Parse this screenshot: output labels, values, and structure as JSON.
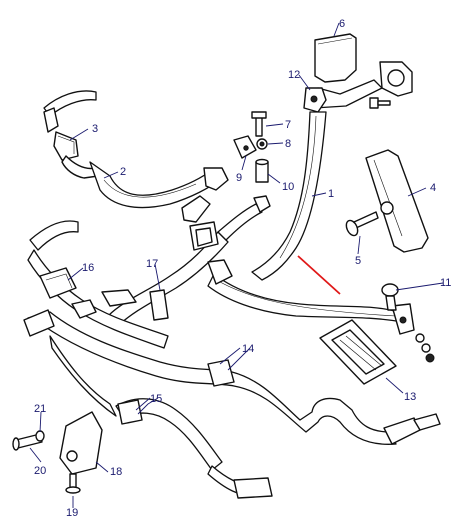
{
  "callouts": [
    {
      "id": "1",
      "text": "1"
    },
    {
      "id": "2",
      "text": "2"
    },
    {
      "id": "3",
      "text": "3"
    },
    {
      "id": "4",
      "text": "4"
    },
    {
      "id": "5",
      "text": "5"
    },
    {
      "id": "6",
      "text": "6"
    },
    {
      "id": "7",
      "text": "7"
    },
    {
      "id": "8",
      "text": "8"
    },
    {
      "id": "9",
      "text": "9"
    },
    {
      "id": "10",
      "text": "10"
    },
    {
      "id": "11",
      "text": "11"
    },
    {
      "id": "12",
      "text": "12"
    },
    {
      "id": "13",
      "text": "13"
    },
    {
      "id": "14",
      "text": "14"
    },
    {
      "id": "15",
      "text": "15"
    },
    {
      "id": "16",
      "text": "16"
    },
    {
      "id": "17",
      "text": "17"
    },
    {
      "id": "18",
      "text": "18"
    },
    {
      "id": "19",
      "text": "19"
    },
    {
      "id": "20",
      "text": "20"
    },
    {
      "id": "21",
      "text": "21"
    }
  ],
  "colors": {
    "line": "#111111",
    "callout": "#1a1a6e",
    "highlight": "#e01818"
  }
}
